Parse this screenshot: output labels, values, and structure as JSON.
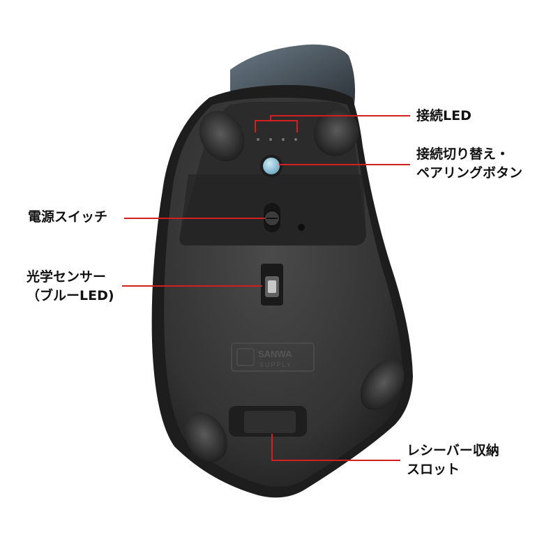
{
  "callouts": {
    "connection_led": "接続LED",
    "pairing_button": [
      "接続切り替え・",
      "ペアリングボタン"
    ],
    "power_switch": "電源スイッチ",
    "optical_sensor": [
      "光学センサー",
      "（ブルーLED)"
    ],
    "receiver_slot": [
      "レシーバー収納",
      "スロット"
    ]
  },
  "logo": {
    "brand_line1": "SANWA",
    "brand_line2": "SUPPLY"
  },
  "colors": {
    "callout_line": "#d21f1f",
    "mouse_body": "#343434",
    "pairing_button": "#8fc3da"
  }
}
